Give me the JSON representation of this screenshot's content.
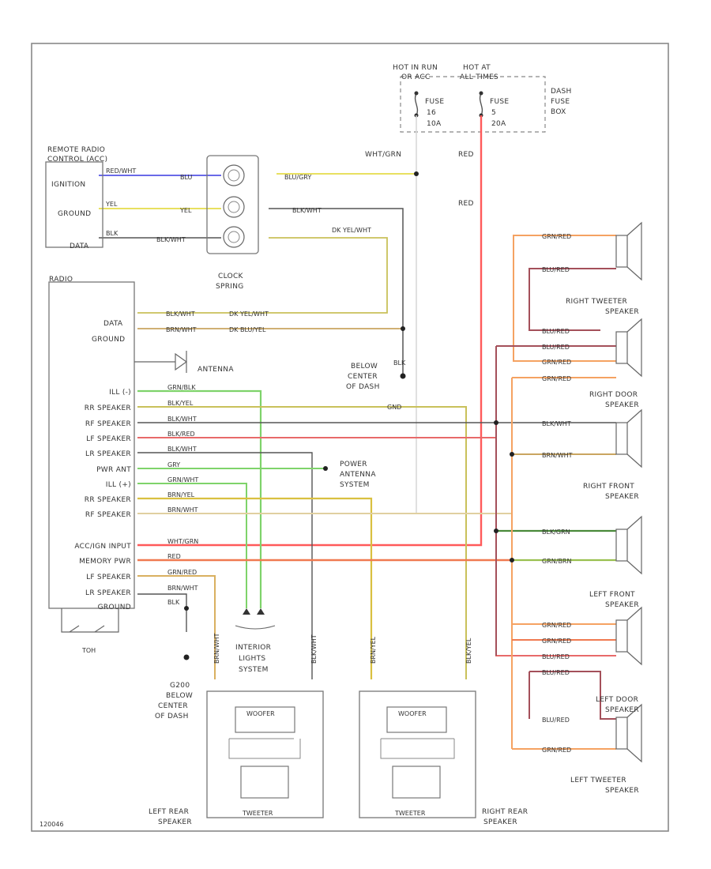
{
  "diagram_id": "120046",
  "fuse_box": {
    "hot_in_run": "HOT IN RUN",
    "hot_in_run_2": "OR ACC",
    "hot_at_all_times": "HOT AT",
    "hot_at_all_times_2": "ALL TIMES",
    "fuse_a_label": "FUSE",
    "fuse_a_num": "16",
    "fuse_a_amp": "10A",
    "fuse_b_label": "FUSE",
    "fuse_b_num": "5",
    "fuse_b_amp": "20A",
    "name_1": "DASH",
    "name_2": "FUSE",
    "name_3": "BOX"
  },
  "remote": {
    "title_1": "REMOTE RADIO",
    "title_2": "CONTROL (ACC)",
    "pins": [
      "IGNITION",
      "GROUND",
      "DATA"
    ],
    "wire_1": "RED/WHT",
    "wire_2": "YEL",
    "wire_3": "BLK"
  },
  "clock_spring": {
    "name_1": "CLOCK",
    "name_2": "SPRING",
    "out_1": "BLU/GRY",
    "out_2": "BLK/WHT",
    "out_3": "DK YEL/WHT",
    "in_1": "BLU",
    "in_2": "YEL",
    "in_3": "BLK/WHT"
  },
  "top_wires": {
    "wht_grn": "WHT/GRN",
    "red_1": "RED",
    "red_2": "RED",
    "blk": "BLK",
    "gnd": "GND"
  },
  "radio": {
    "title": "RADIO",
    "data": "DATA",
    "ground": "GROUND",
    "antenna": "ANTENNA",
    "pins": [
      "ILL (-)",
      "RR SPEAKER",
      "RF SPEAKER",
      "LF SPEAKER",
      "LR SPEAKER",
      "PWR ANT",
      "ILL (+)",
      "RR SPEAKER",
      "RF SPEAKER",
      "ACC/IGN INPUT",
      "MEMORY PWR",
      "LF SPEAKER",
      "LR SPEAKER",
      "GROUND"
    ],
    "wires": [
      "GRN/BLK",
      "BLK/YEL",
      "BLK/WHT",
      "BLK/RED",
      "BLK/WHT",
      "GRY",
      "GRN/WHT",
      "BRN/YEL",
      "BRN/WHT",
      "WHT/GRN",
      "RED",
      "GRN/RED",
      "BRN/WHT",
      "BLK"
    ],
    "data_wires": [
      "BLK/WHT",
      "DK YEL/WHT",
      "BRN/WHT",
      "DK BLU/YEL"
    ]
  },
  "locations": {
    "below_center_1": "BELOW",
    "below_center_2": "CENTER",
    "below_center_3": "OF DASH",
    "g200": "G200",
    "power_antenna_1": "POWER",
    "power_antenna_2": "ANTENNA",
    "power_antenna_3": "SYSTEM",
    "interior_lights_1": "INTERIOR",
    "interior_lights_2": "LIGHTS",
    "interior_lights_3": "SYSTEM",
    "fuse_bottom": "TOH"
  },
  "speakers": {
    "right_tweeter": [
      "RIGHT TWEETER",
      "SPEAKER"
    ],
    "right_door": [
      "RIGHT DOOR",
      "SPEAKER"
    ],
    "right_front": [
      "RIGHT FRONT",
      "SPEAKER"
    ],
    "left_front": [
      "LEFT FRONT",
      "SPEAKER"
    ],
    "left_door": [
      "LEFT DOOR",
      "SPEAKER"
    ],
    "left_tweeter": [
      "LEFT TWEETER",
      "SPEAKER"
    ],
    "left_rear": [
      "LEFT REAR",
      "SPEAKER"
    ],
    "right_rear": [
      "RIGHT REAR",
      "SPEAKER"
    ],
    "woofer": "WOOFER",
    "tweeter": "TWEETER"
  },
  "speaker_wires": {
    "rt_1": "GRN/RED",
    "rt_2": "BLU/RED",
    "rd_1": "BLU/RED",
    "rd_2": "BLU/RED",
    "rd_3": "GRN/RED",
    "rd_4": "GRN/RED",
    "rf_1": "BLK/WHT",
    "rf_2": "BRN/WHT",
    "lf_1": "BLK/GRN",
    "lf_2": "GRN/BRN",
    "ld_1": "GRN/RED",
    "ld_2": "GRN/RED",
    "ld_3": "BLU/RED",
    "ld_4": "BLU/RED",
    "lt_1": "BLU/RED",
    "lt_2": "GRN/RED",
    "lr_1": "BRN/WHT",
    "lr_2": "BLK/WHT",
    "rr_1": "BRN/YEL",
    "rr_2": "BLK/YEL"
  },
  "colors": {
    "red": "#ff5a5a",
    "orange": "#f5a262",
    "yellow": "#e8e060",
    "olive": "#c9c15a",
    "green": "#7ed36a",
    "dark_red": "#a4505a",
    "blue": "#6a6ae8",
    "gray": "#888888",
    "black": "#444444",
    "tan": "#e0d0a0"
  }
}
